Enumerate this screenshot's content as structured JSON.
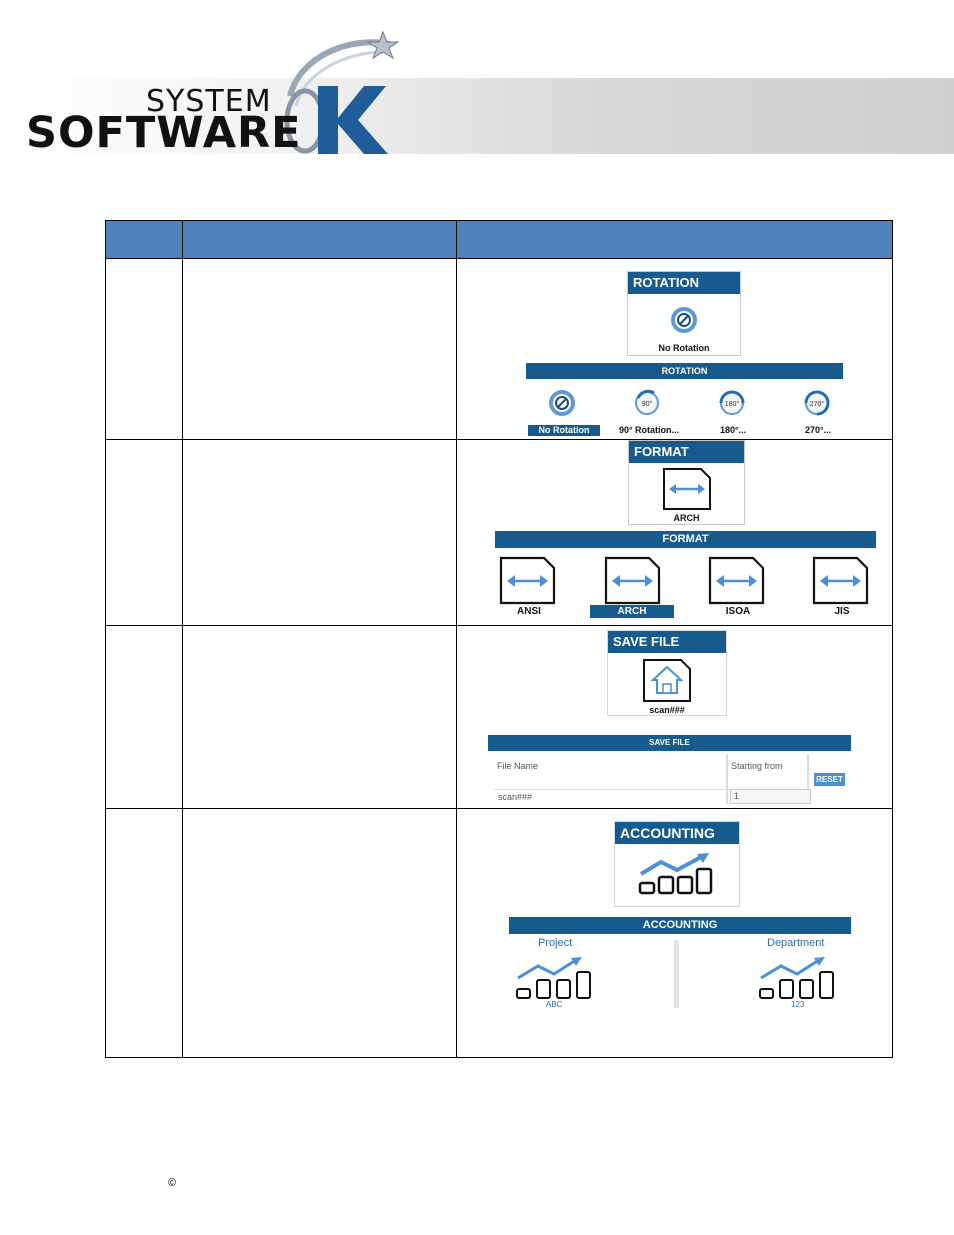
{
  "header": {
    "logo_line1": "SYSTEM",
    "logo_line2": "SOFTWARE"
  },
  "rotation": {
    "tile_title": "ROTATION",
    "tile_value": "No Rotation",
    "bar_title": "ROTATION",
    "options": [
      {
        "label": "No Rotation",
        "icon_text": "",
        "selected": true
      },
      {
        "label": "90° Rotation...",
        "icon_text": "90°",
        "selected": false
      },
      {
        "label": "180°...",
        "icon_text": "180°",
        "selected": false
      },
      {
        "label": "270°...",
        "icon_text": "270°",
        "selected": false
      }
    ]
  },
  "format": {
    "tile_title": "FORMAT",
    "tile_value": "ARCH",
    "bar_title": "FORMAT",
    "options": [
      {
        "label": "ANSI",
        "selected": false
      },
      {
        "label": "ARCH",
        "selected": true
      },
      {
        "label": "ISOA",
        "selected": false
      },
      {
        "label": "JIS",
        "selected": false
      }
    ]
  },
  "save_file": {
    "tile_title": "SAVE FILE",
    "tile_value": "scan###",
    "bar_title": "SAVE FILE",
    "file_name_label": "File Name",
    "starting_from_label": "Starting from",
    "file_name_value": "scan###",
    "starting_from_value": "1",
    "reset_label": "RESET"
  },
  "accounting": {
    "tile_title": "ACCOUNTING",
    "bar_title": "ACCOUNTING",
    "project_label": "Project",
    "project_value": "ABC",
    "department_label": "Department",
    "department_value": "123"
  },
  "footer": {
    "copyright_symbol": "©"
  },
  "colors": {
    "table_header": "#4f81bd",
    "panel_blue": "#175a8e",
    "icon_blue": "#4a90d9"
  }
}
